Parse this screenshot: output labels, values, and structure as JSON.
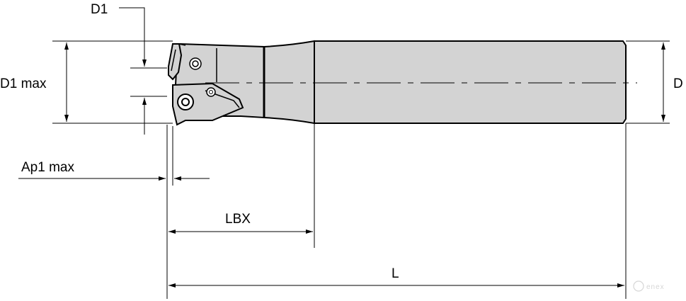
{
  "drawing": {
    "labels": {
      "d1": "D1",
      "d1_max": "D1 max",
      "d": "D",
      "ap1_max": "Ap1 max",
      "lbx": "LBX",
      "l": "L"
    },
    "watermark": "enex",
    "colors": {
      "body_fill": "#d3d3d3",
      "line": "#000000",
      "watermark": "#d6d6d6"
    }
  }
}
